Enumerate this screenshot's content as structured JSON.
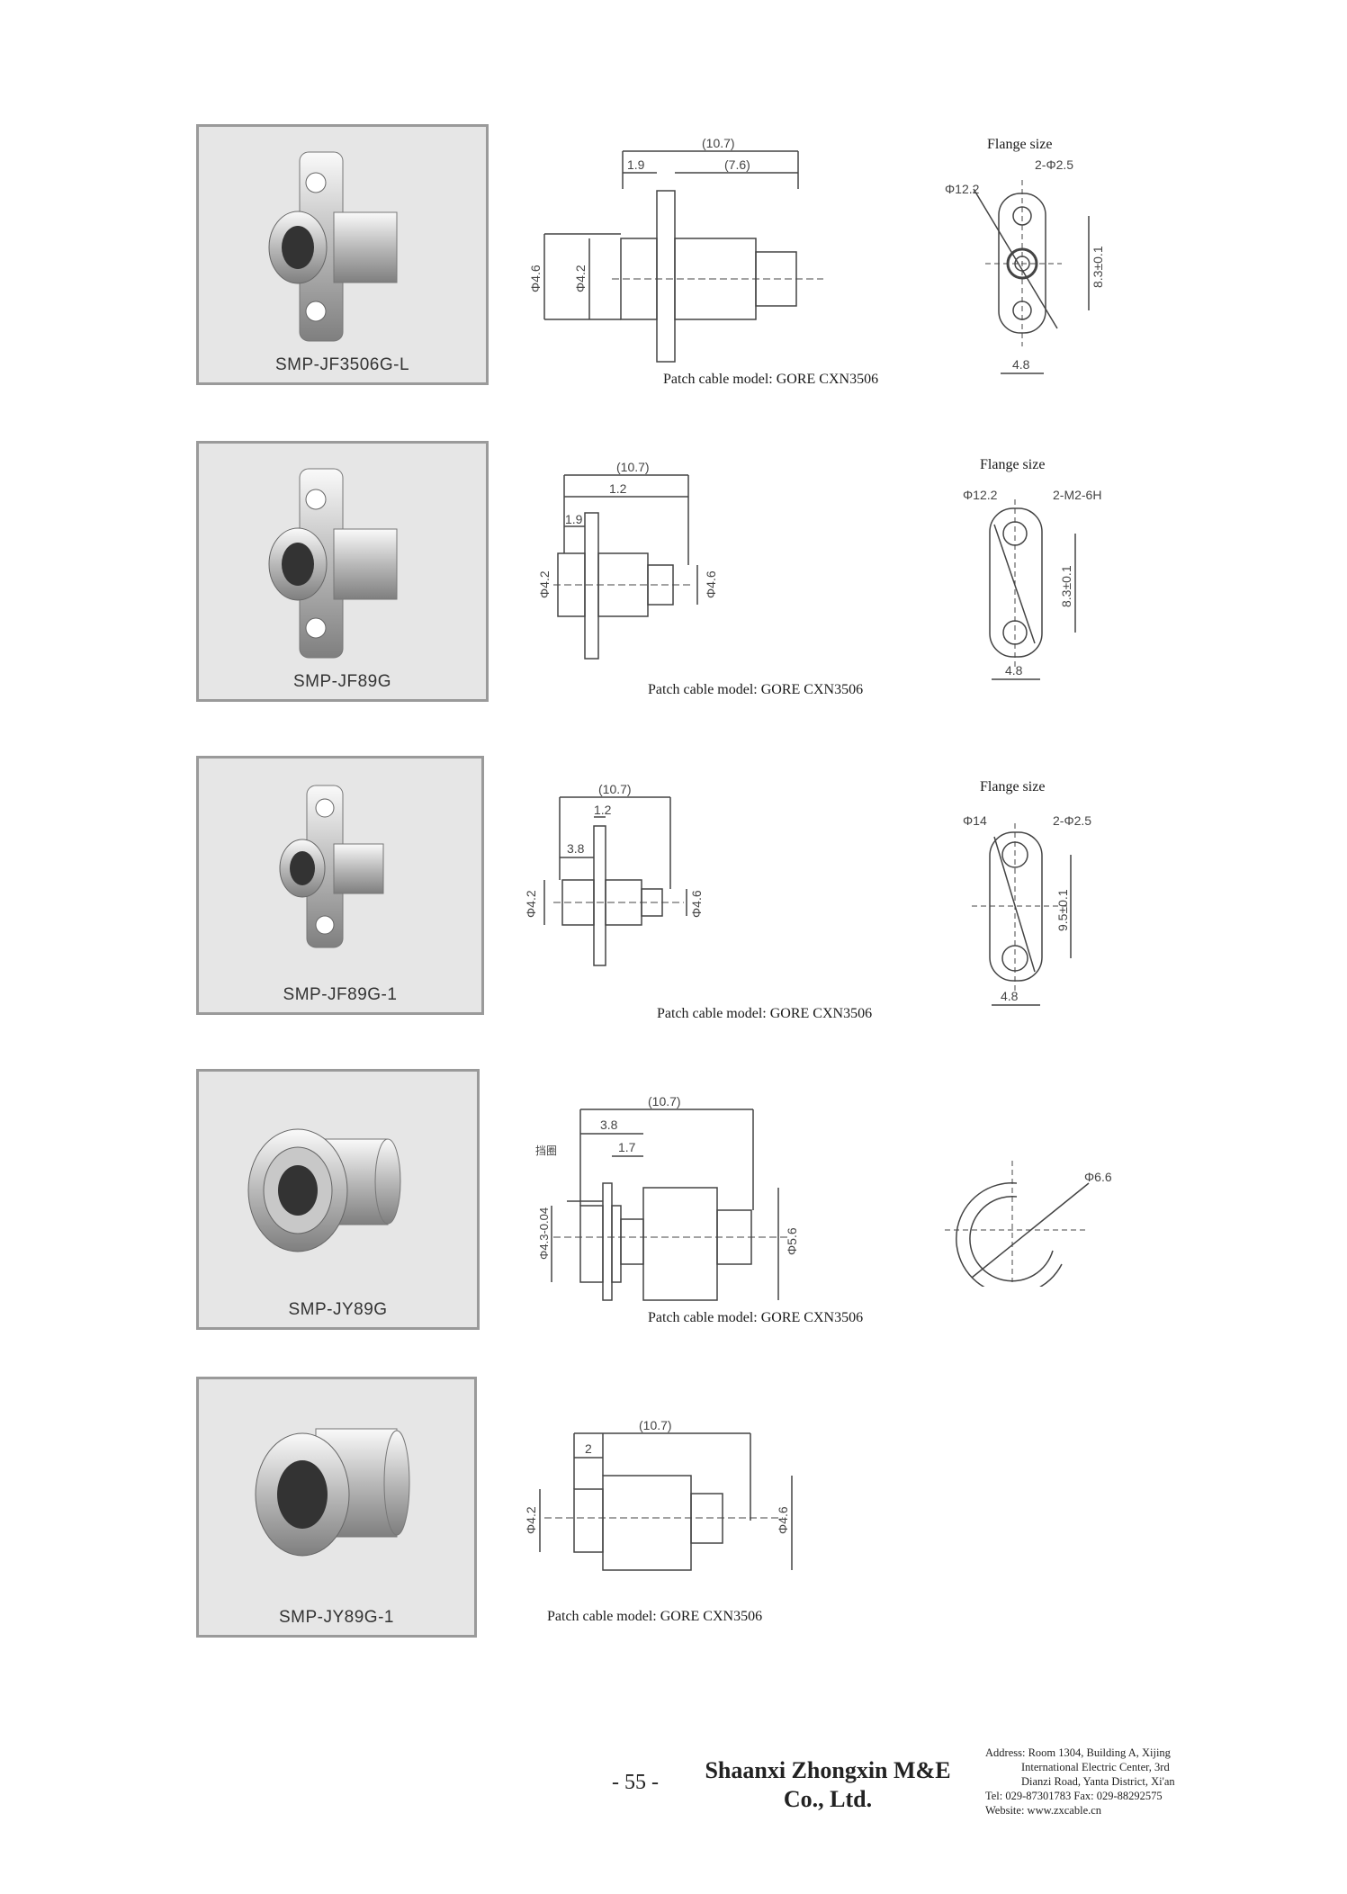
{
  "products": [
    {
      "label": "SMP-JF3506G-L",
      "caption": "Patch cable model: GORE CXN3506",
      "flange_title": "Flange size",
      "dims": {
        "overall": "(10.7)",
        "a": "1.9",
        "b": "(7.6)",
        "d1": "Φ4.6",
        "d2": "Φ4.2"
      },
      "flange": {
        "dia": "Φ12.2",
        "holes": "2-Φ2.5",
        "pitch": "8.3±0.1",
        "width": "4.8"
      }
    },
    {
      "label": "SMP-JF89G",
      "caption": "Patch cable model: GORE CXN3506",
      "flange_title": "Flange size",
      "dims": {
        "overall": "(10.7)",
        "a": "1.2",
        "b": "1.9",
        "d1": "Φ4.2",
        "d2": "Φ4.6"
      },
      "flange": {
        "dia": "Φ12.2",
        "holes": "2-M2-6H",
        "pitch": "8.3±0.1",
        "width": "4.8"
      }
    },
    {
      "label": "SMP-JF89G-1",
      "caption": "Patch cable model: GORE CXN3506",
      "flange_title": "Flange size",
      "dims": {
        "overall": "(10.7)",
        "a": "1.2",
        "b": "3.8",
        "d1": "Φ4.2",
        "d2": "Φ4.6"
      },
      "flange": {
        "dia": "Φ14",
        "holes": "2-Φ2.5",
        "pitch": "9.5±0.1",
        "width": "4.8"
      }
    },
    {
      "label": "SMP-JY89G",
      "caption": "Patch cable model: GORE CXN3506",
      "dims": {
        "overall": "(10.7)",
        "a": "3.8",
        "b": "1.7",
        "ring": "挡圈",
        "d1": "Φ4.3-0.04",
        "d2": "Φ5.6"
      },
      "clip": {
        "dia": "Φ6.6"
      }
    },
    {
      "label": "SMP-JY89G-1",
      "caption": "Patch cable model: GORE CXN3506",
      "dims": {
        "overall": "(10.7)",
        "a": "2",
        "d1": "Φ4.2",
        "d2": "Φ4.6"
      }
    }
  ],
  "footer": {
    "page_number": "- 55 -",
    "company_line1": "Shaanxi Zhongxin M&E",
    "company_line2": "Co., Ltd.",
    "address": [
      "Address: Room 1304, Building A, Xijing",
      "International Electric Center, 3rd",
      "Dianzi Road, Yanta District, Xi'an",
      "Tel: 029-87301783    Fax: 029-88292575",
      "Website: www.zxcable.cn"
    ]
  }
}
